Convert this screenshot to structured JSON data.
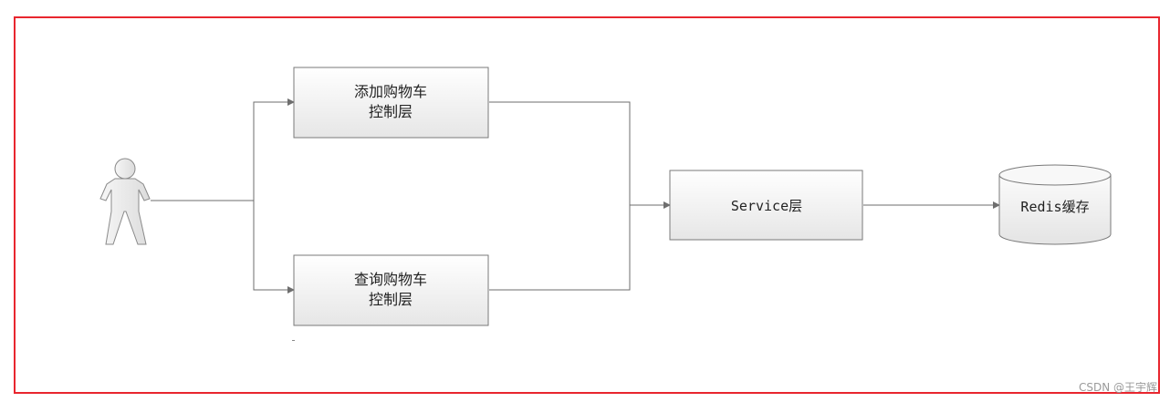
{
  "boxes": {
    "add_cart_controller": {
      "line1": "添加购物车",
      "line2": "控制层"
    },
    "query_cart_controller": {
      "line1": "查询购物车",
      "line2": "控制层"
    },
    "service_layer": "Service层",
    "redis_cache": "Redis缓存"
  },
  "watermark": "CSDN @王宇辉",
  "colors": {
    "frame_border": "#e8262e",
    "box_border": "#7a7a7a",
    "connector": "#6e6e6e"
  }
}
